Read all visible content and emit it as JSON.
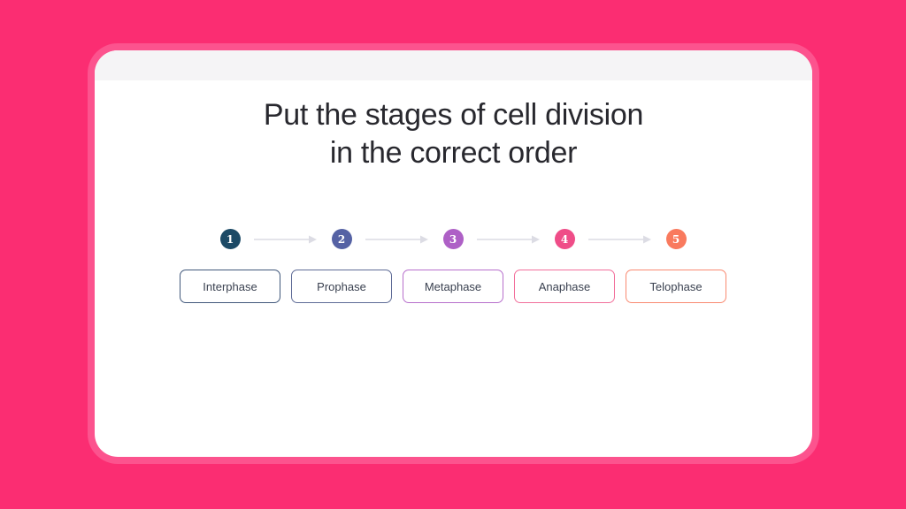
{
  "title": {
    "line1": "Put the stages of cell division",
    "line2": "in the correct order"
  },
  "stages": [
    {
      "number": "1",
      "label": "Interphase",
      "circle_color": "#1c4a66",
      "border_color": "#41587b"
    },
    {
      "number": "2",
      "label": "Prophase",
      "circle_color": "#5562a4",
      "border_color": "#5e6b96"
    },
    {
      "number": "3",
      "label": "Metaphase",
      "circle_color": "#ae60c6",
      "border_color": "#b76fcc"
    },
    {
      "number": "4",
      "label": "Anaphase",
      "circle_color": "#ef4d88",
      "border_color": "#f26f9b"
    },
    {
      "number": "5",
      "label": "Telophase",
      "circle_color": "#f97a5e",
      "border_color": "#f98a71"
    }
  ],
  "colors": {
    "background": "#fb2d72",
    "card_glow": "#fc538e",
    "card_header_strip": "#f5f4f6",
    "arrow": "#dcdce4",
    "title_text": "#28282e",
    "label_text": "#3a4150"
  }
}
